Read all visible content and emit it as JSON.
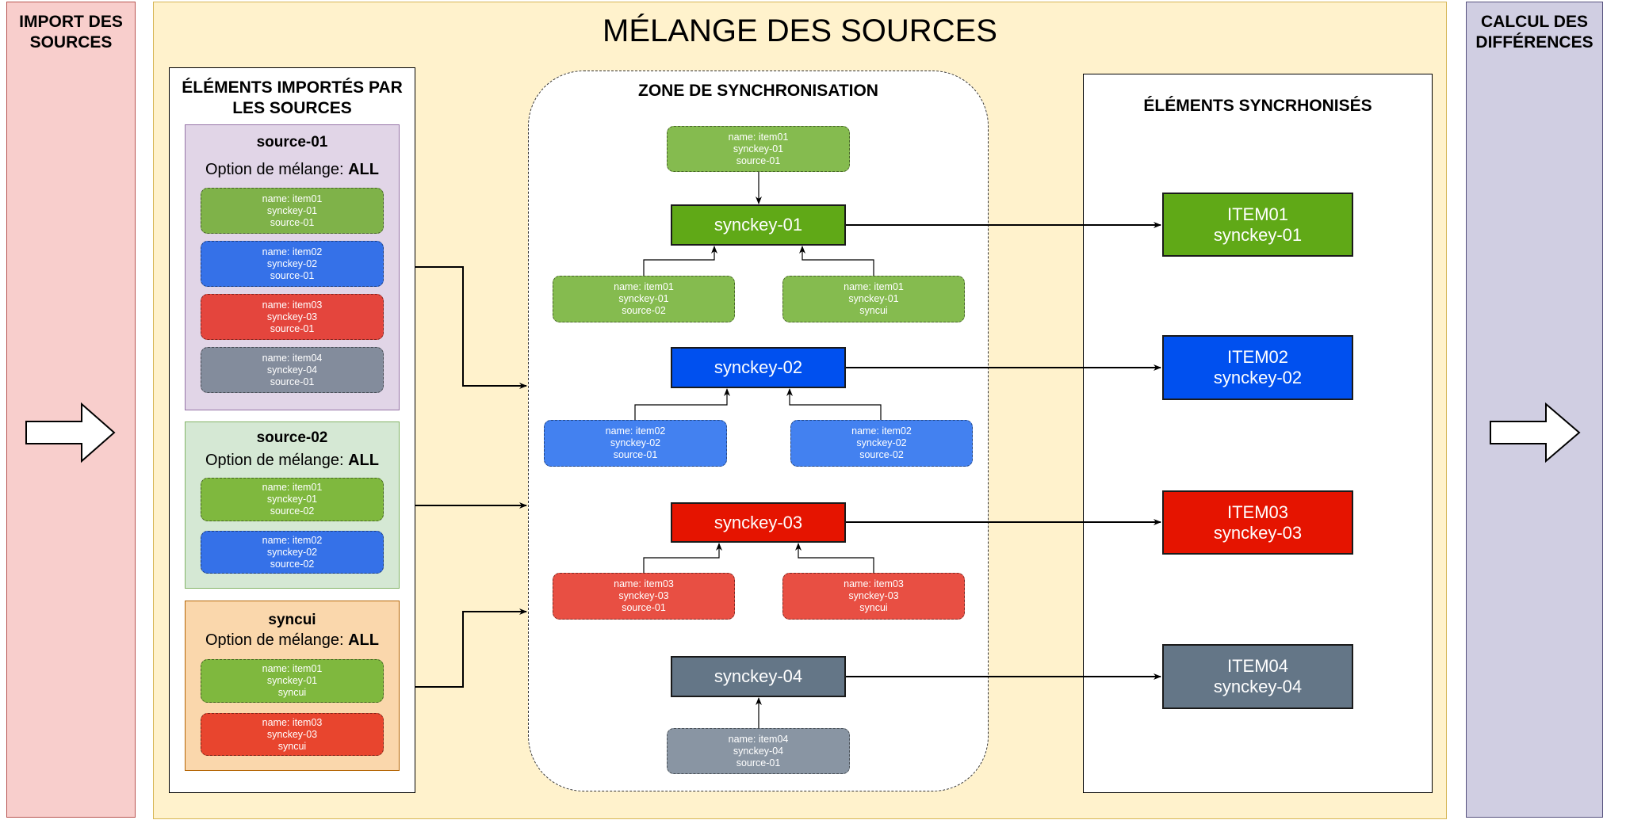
{
  "lanes": {
    "import": {
      "title_line1": "IMPORT DES",
      "title_line2": "SOURCES"
    },
    "mix": {
      "title": "MÉLANGE DES SOURCES"
    },
    "diff": {
      "title_line1": "CALCUL DES",
      "title_line2": "DIFFÉRENCES"
    }
  },
  "imported": {
    "title_line1": "ÉLÉMENTS IMPORTÉS PAR",
    "title_line2": "LES SOURCES",
    "option_label": "Option de mélange: ",
    "groups": [
      {
        "name": "source-01",
        "option": "ALL",
        "color": "#e1d5e7",
        "items": [
          {
            "name": "name: item01",
            "key": "synckey-01",
            "source": "source-01",
            "color": "#7fb249"
          },
          {
            "name": "name: item02",
            "key": "synckey-02",
            "source": "source-01",
            "color": "#3571e8"
          },
          {
            "name": "name: item03",
            "key": "synckey-03",
            "source": "source-01",
            "color": "#e4453d"
          },
          {
            "name": "name: item04",
            "key": "synckey-04",
            "source": "source-01",
            "color": "#838c9c"
          }
        ]
      },
      {
        "name": "source-02",
        "option": "ALL",
        "color": "#d5e8d4",
        "items": [
          {
            "name": "name: item01",
            "key": "synckey-01",
            "source": "source-02",
            "color": "#7fb83e"
          },
          {
            "name": "name: item02",
            "key": "synckey-02",
            "source": "source-02",
            "color": "#3571e8"
          }
        ]
      },
      {
        "name": "syncui",
        "option": "ALL",
        "color": "#fad7ac",
        "items": [
          {
            "name": "name: item01",
            "key": "synckey-01",
            "source": "syncui",
            "color": "#7fb83e"
          },
          {
            "name": "name: item03",
            "key": "synckey-03",
            "source": "syncui",
            "color": "#e8452e"
          }
        ]
      }
    ]
  },
  "zone": {
    "title": "ZONE DE SYNCHRONISATION",
    "keys": [
      {
        "label": "synckey-01",
        "color": "#60a917",
        "cards": [
          {
            "name": "name: item01",
            "key": "synckey-01",
            "source": "source-01",
            "color": "#85bb4f"
          },
          {
            "name": "name: item01",
            "key": "synckey-01",
            "source": "source-02",
            "color": "#85bb4f"
          },
          {
            "name": "name: item01",
            "key": "synckey-01",
            "source": "syncui",
            "color": "#85bb4f"
          }
        ]
      },
      {
        "label": "synckey-02",
        "color": "#0050ef",
        "cards": [
          {
            "name": "name: item02",
            "key": "synckey-02",
            "source": "source-01",
            "color": "#4381f0"
          },
          {
            "name": "name: item02",
            "key": "synckey-02",
            "source": "source-02",
            "color": "#4381f0"
          }
        ]
      },
      {
        "label": "synckey-03",
        "color": "#e51400",
        "cards": [
          {
            "name": "name: item03",
            "key": "synckey-03",
            "source": "source-01",
            "color": "#e84f43"
          },
          {
            "name": "name: item03",
            "key": "synckey-03",
            "source": "syncui",
            "color": "#e84f43"
          }
        ]
      },
      {
        "label": "synckey-04",
        "color": "#647687",
        "cards": [
          {
            "name": "name: item04",
            "key": "synckey-04",
            "source": "source-01",
            "color": "#8995a3"
          }
        ]
      }
    ]
  },
  "synced": {
    "title": "ÉLÉMENTS SYNCRHONISÉS",
    "items": [
      {
        "name": "ITEM01",
        "key": "synckey-01",
        "color": "#60a917"
      },
      {
        "name": "ITEM02",
        "key": "synckey-02",
        "color": "#0050ef"
      },
      {
        "name": "ITEM03",
        "key": "synckey-03",
        "color": "#e51400"
      },
      {
        "name": "ITEM04",
        "key": "synckey-04",
        "color": "#647687"
      }
    ]
  },
  "icons": {
    "import_arrow": "right-arrow-icon",
    "diff_arrow": "right-arrow-icon"
  }
}
